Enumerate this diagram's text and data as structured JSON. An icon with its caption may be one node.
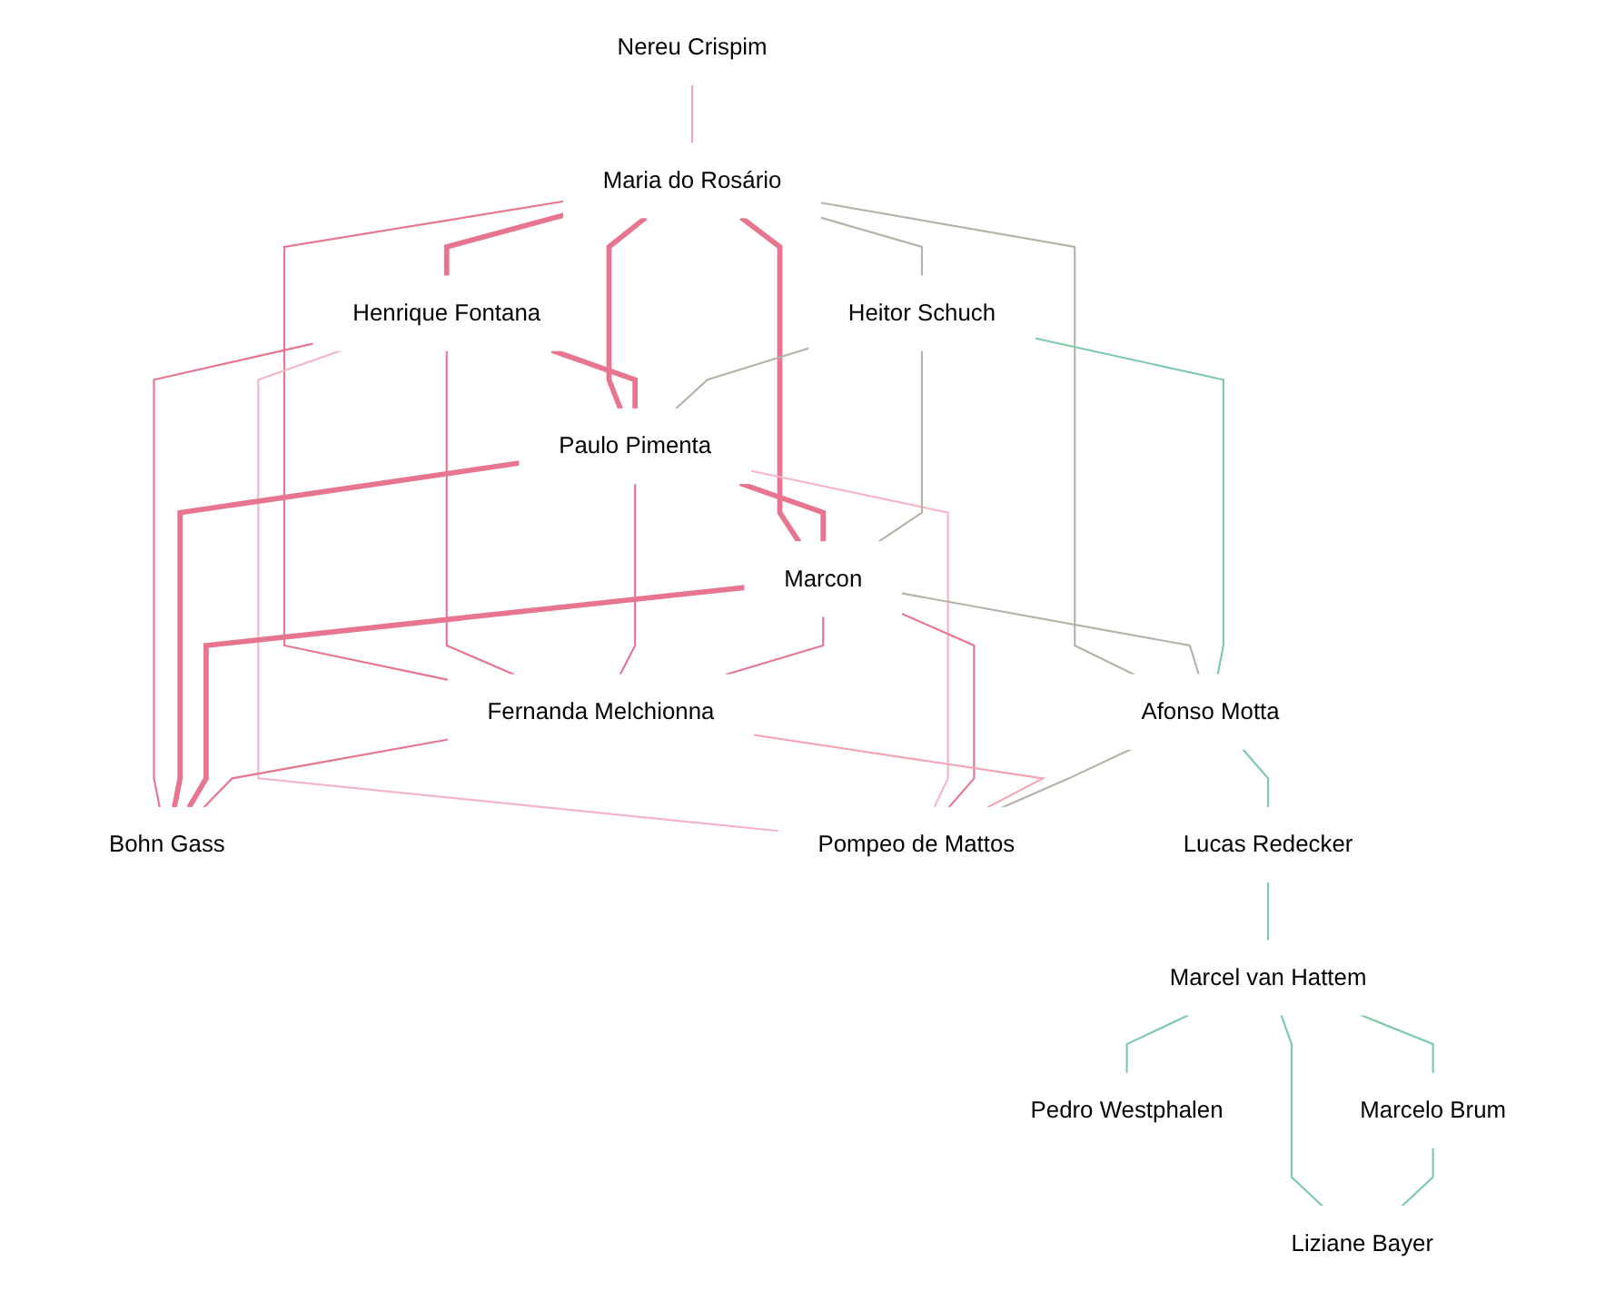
{
  "diagram": {
    "nodes": [
      {
        "text": [
          "Nereu Crispim"
        ]
      },
      {
        "text": [
          "Henrique Fontana"
        ]
      },
      {
        "text": [
          "Maria do Rosário"
        ]
      },
      {
        "text": [
          "Fernanda Melchionna"
        ]
      },
      {
        "text": [
          "Paulo Pimenta"
        ]
      },
      {
        "text": [
          "Bohn Gass"
        ]
      },
      {
        "text": [
          "Heitor Schuch"
        ]
      },
      {
        "text": [
          "Marcon"
        ]
      },
      {
        "text": [
          "Pompeo de Mattos"
        ]
      },
      {
        "text": [
          "Afonso Motta"
        ]
      },
      {
        "text": [
          "Lucas Redecker"
        ]
      },
      {
        "text": [
          "Marcel van Hattem"
        ]
      },
      {
        "text": [
          "Pedro Westphalen"
        ]
      },
      {
        "text": [
          "Liziane Bayer"
        ]
      },
      {
        "text": [
          "Marcelo Brum"
        ]
      }
    ],
    "edges": [
      {
        "from": 0,
        "to": 2,
        "arrow": "none",
        "color": "#f4a3b5"
      },
      {
        "from": 2,
        "to": 1,
        "arrow": "none",
        "style": "thick"
      },
      {
        "from": 2,
        "to": 3,
        "arrow": "none"
      },
      {
        "from": 2,
        "to": 4,
        "arrow": "none",
        "style": "thick"
      },
      {
        "from": 2,
        "to": 7,
        "arrow": "none",
        "style": "thick"
      },
      {
        "from": 1,
        "to": 4,
        "arrow": "none",
        "style": "thick"
      },
      {
        "from": 4,
        "to": 7,
        "arrow": "none",
        "style": "thick"
      },
      {
        "from": 1,
        "to": 3,
        "arrow": "none"
      },
      {
        "from": 1,
        "to": 5,
        "arrow": "none"
      },
      {
        "from": 1,
        "to": 8,
        "arrow": "none",
        "color": "#f4b6c4"
      },
      {
        "from": 4,
        "to": 3,
        "arrow": "none"
      },
      {
        "from": 4,
        "to": 5,
        "arrow": "none",
        "style": "thick"
      },
      {
        "from": 4,
        "to": 8,
        "arrow": "none",
        "color": "#f4b6c4"
      },
      {
        "from": 7,
        "to": 5,
        "arrow": "none",
        "style": "thick"
      },
      {
        "from": 7,
        "to": 3,
        "arrow": "none"
      },
      {
        "from": 7,
        "to": 8,
        "arrow": "none"
      },
      {
        "from": 3,
        "to": 5,
        "arrow": "none"
      },
      {
        "from": 3,
        "to": 8,
        "arrow": "none",
        "color": "#f4a3b5"
      },
      {
        "from": 2,
        "to": 6,
        "arrow": "none",
        "color": "#b5b3a8"
      },
      {
        "from": 2,
        "to": 9,
        "arrow": "none",
        "color": "#b5b3a8"
      },
      {
        "from": 6,
        "to": 4,
        "arrow": "none",
        "color": "#b5b3a8"
      },
      {
        "from": 6,
        "to": 7,
        "arrow": "none",
        "color": "#b5b3a8"
      },
      {
        "from": 7,
        "to": 9,
        "arrow": "none",
        "color": "#b5b3a8"
      },
      {
        "from": 9,
        "to": 8,
        "arrow": "none",
        "color": "#b5b3a8"
      },
      {
        "from": 6,
        "to": 9,
        "arrow": "none",
        "color": "#7ccaa8"
      },
      {
        "from": 9,
        "to": 10,
        "arrow": "none",
        "color": "#7ccaa8"
      },
      {
        "from": 10,
        "to": 11,
        "arrow": "none",
        "color": "#7ccaa8"
      },
      {
        "from": 11,
        "to": 12,
        "arrow": "none",
        "color": "#7ccaa8"
      },
      {
        "from": 11,
        "to": 13,
        "arrow": "none",
        "color": "#7ccaa8"
      },
      {
        "from": 11,
        "to": 14,
        "arrow": "none",
        "color": "#7ccaa8"
      },
      {
        "from": 14,
        "to": 13,
        "arrow": "none",
        "color": "#7ccaa8"
      }
    ]
  }
}
